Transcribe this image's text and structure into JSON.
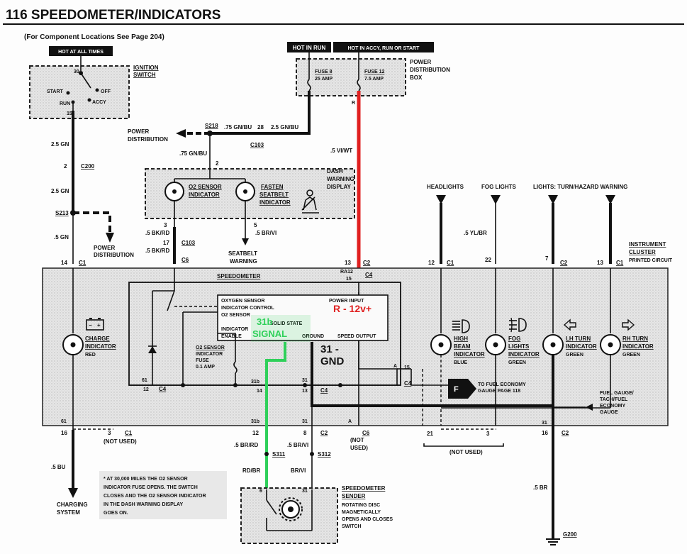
{
  "title": "116   SPEEDOMETER/INDICATORS",
  "subtitle": "(For Component Locations See Page 204)",
  "hot_labels": {
    "always": "HOT AT ALL TIMES",
    "run": "HOT IN RUN",
    "accy": "HOT IN ACCY, RUN OR START"
  },
  "ignition": {
    "title_1": "IGNITION",
    "title_2": "SWITCH",
    "pin_30": "30",
    "start": "START",
    "off": "OFF",
    "run": "RUN",
    "accy": "ACCY",
    "pin_15": "15"
  },
  "fuse_box": {
    "title_1": "POWER",
    "title_2": "DISTRIBUTION",
    "title_3": "BOX",
    "fuse8_1": "FUSE 8",
    "fuse8_2": "25 AMP",
    "fuse12_1": "FUSE 12",
    "fuse12_2": "7.5 AMP",
    "pin_r": "R"
  },
  "wires": {
    "gn25_a": "2.5 GN",
    "c200_pin": "2",
    "c200": "C200",
    "gn25_b": "2.5 GN",
    "s213": "S213",
    "gn5": ".5 GN",
    "pd_left_1": "POWER",
    "pd_left_2": "DISTRIBUTION",
    "pd_top_1": "POWER",
    "pd_top_2": "DISTRIBUTION",
    "s218": "S218",
    "gnbu75": ".75 GN/BU",
    "pin28": "28",
    "gnbu25": "2.5 GN/BU",
    "c103_top": "C103",
    "gnbu75_b": ".75 GN/BU",
    "pin2": "2",
    "viwt": ".5 VI/WT",
    "bkrd_1": ".5 BK/RD",
    "pin3": "3",
    "pin17": "17",
    "c103": "C103",
    "bkrd_2": ".5 BK/RD",
    "c6": "C6",
    "pin5": "5",
    "brvi": ".5 BR/VI",
    "seatbelt_1": "SEATBELT",
    "seatbelt_2": "WARNING",
    "yl_br": ".5 YL/BR",
    "bu5": ".5 BU",
    "charging_1": "CHARGING",
    "charging_2": "SYSTEM",
    "br5": ".5 BR",
    "g200": "G200"
  },
  "dash_display": {
    "title_1": "DASH",
    "title_2": "WARNING",
    "title_3": "DISPLAY",
    "o2_1": "O2 SENSOR",
    "o2_2": "INDICATOR",
    "fasten_1": "FASTEN",
    "fasten_2": "SEATBELT",
    "fasten_3": "INDICATOR"
  },
  "top_inputs": {
    "headlights": "HEADLIGHTS",
    "fog": "FOG LIGHTS",
    "turn": "LIGHTS: TURN/HAZARD WARNING"
  },
  "cluster": {
    "title_1": "INSTRUMENT",
    "title_2": "CLUSTER",
    "title_3": "PRINTED CIRCUIT",
    "speedometer": "SPEEDOMETER",
    "c1_pin14": "14",
    "c1": "C1",
    "pin13": "13",
    "c2": "C2",
    "ra12": "RA12",
    "pin15": "15",
    "c4": "C4",
    "pin12": "12",
    "c1_b": "C1",
    "pin22": "22",
    "pin7": "7",
    "c2_b": "C2",
    "pin13b": "13",
    "c1_c": "C1"
  },
  "ss_box": {
    "o2_1": "OXYGEN SENSOR",
    "o2_2": "INDICATOR CONTROL",
    "o2_3": "O2 SENSOR",
    "indicator_1": "INDICATOR",
    "indicator_2": "ENABLE",
    "power_input": "POWER INPUT",
    "solid_state": "SOLID STATE",
    "ground": "GROUND",
    "speed_output": "SPEED OUTPUT"
  },
  "annotations": {
    "r12": "R - 12v+",
    "sig_1": "31b",
    "sig_2": "SIGNAL",
    "gnd_1": "31 -",
    "gnd_2": "GND"
  },
  "charge": {
    "label_1": "CHARGE",
    "label_2": "INDICATOR",
    "color": "RED"
  },
  "fuse_o2": {
    "l1": "O2 SENSOR",
    "l2": "INDICATOR",
    "l3": "FUSE",
    "l4": "0.1 AMP"
  },
  "lamps": [
    {
      "l1": "HIGH",
      "l2": "BEAM",
      "l3": "INDICATOR",
      "c": "BLUE"
    },
    {
      "l1": "FOG",
      "l2": "LIGHTS",
      "l3": "INDICATOR",
      "c": "GREEN"
    },
    {
      "l1": "LH TURN",
      "l2": "INDICATOR",
      "l3": "",
      "c": "GREEN"
    },
    {
      "l1": "RH TURN",
      "l2": "INDICATOR",
      "l3": "",
      "c": "GREEN"
    }
  ],
  "lower": {
    "pin61a": "61",
    "pin12": "12",
    "c4a": "C4",
    "pin31b": "31b",
    "pin14": "14",
    "pin31": "31",
    "pin13": "13",
    "c4b": "C4",
    "pinA": "A",
    "pin15": "15",
    "c4c": "C4",
    "f_label": "F",
    "econ_1": "TO FUEL ECONOMY",
    "econ_2": "GAUGE PAGE 118",
    "fuelgauge_1": "FUEL GAUGE/",
    "fuelgauge_2": "TACH/FUEL",
    "fuelgauge_3": "ECONOMY",
    "fuelgauge_4": "GAUGE",
    "pin61b": "61",
    "pin31b2": "31b",
    "pin31c": "31",
    "pinA2": "A",
    "pin31d": "31",
    "pin16": "16",
    "pin3": "3",
    "c1": "C1",
    "notused1": "(NOT USED)",
    "pin12b": "12",
    "pin8": "8",
    "c2": "C2",
    "c6": "C6",
    "notused2_1": "(NOT",
    "notused2_2": "USED)",
    "pin21": "21",
    "pin3b": "3",
    "notused3": "(NOT USED)",
    "pin16b": "16",
    "c2b": "C2",
    "brrd": ".5 BR/RD",
    "brvi": ".5 BR/VI",
    "s311": "S311",
    "s312": "S312",
    "rdbr": "RD/BR",
    "brvi2": "BR/VI"
  },
  "sender": {
    "pin6": "6",
    "pin31": "31",
    "title_1": "SPEEDOMETER",
    "title_2": "SENDER",
    "d1": "ROTATING DISC",
    "d2": "MAGNETICALLY",
    "d3": "OPENS AND CLOSES",
    "d4": "SWITCH"
  },
  "note": {
    "l1": "* AT 30,000 MILES THE O2 SENSOR",
    "l2": "INDICATOR FUSE OPENS. THE SWITCH",
    "l3": "CLOSES AND THE O2 SENSOR INDICATOR",
    "l4": "IN THE DASH WARNING DISPLAY",
    "l5": "GOES ON."
  }
}
